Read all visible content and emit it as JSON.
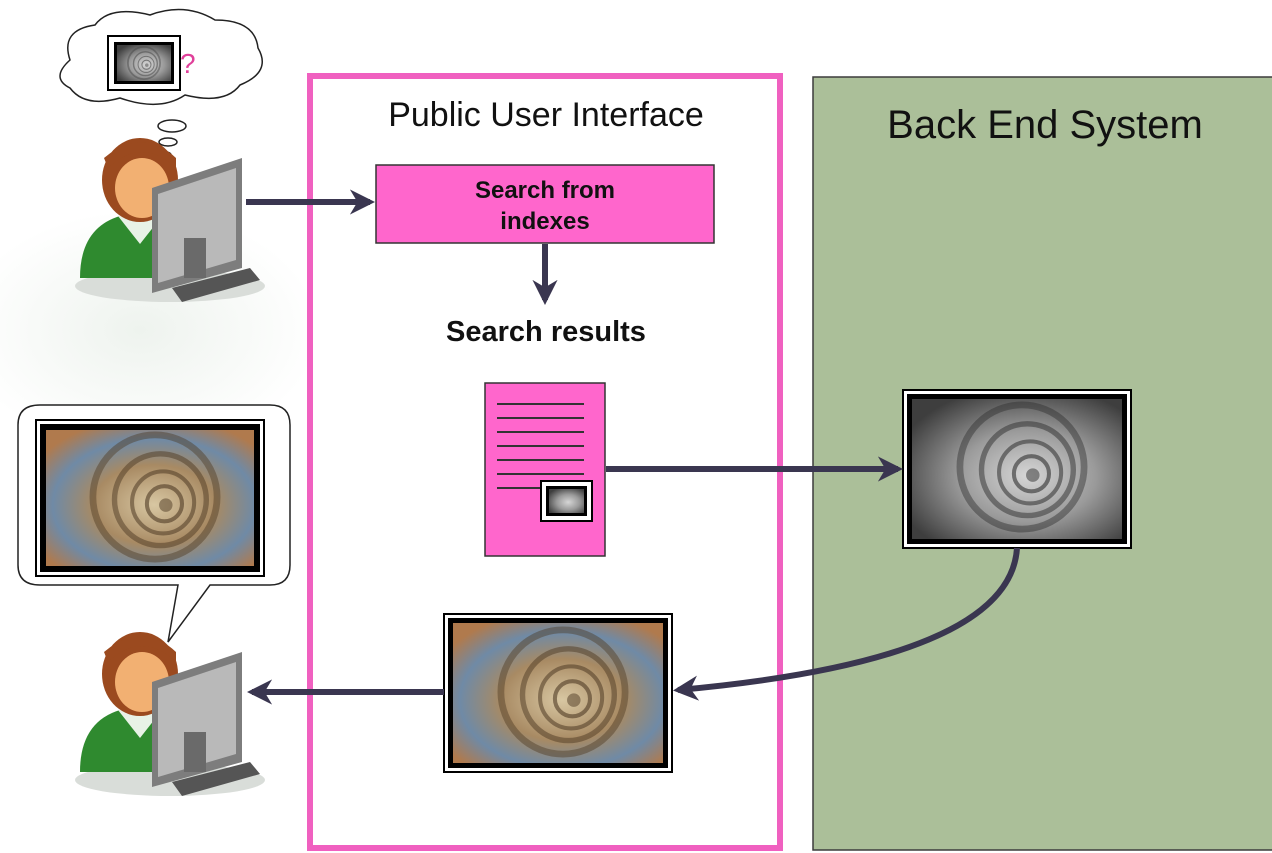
{
  "public_ui": {
    "title": "Public User Interface",
    "search_box_label": "Search from\nindexes",
    "results_label": "Search results"
  },
  "back_end": {
    "title": "Back End System"
  },
  "thought": {
    "glyph": "?"
  },
  "icons": {
    "user_top": "user-at-computer-icon",
    "user_bottom": "user-at-computer-icon",
    "image": "ammonite-fossil-image"
  },
  "colors": {
    "pink": "#ff66cc",
    "pink_border": "#f060c0",
    "green_panel": "#abbf99",
    "arrow": "#3a3650"
  }
}
